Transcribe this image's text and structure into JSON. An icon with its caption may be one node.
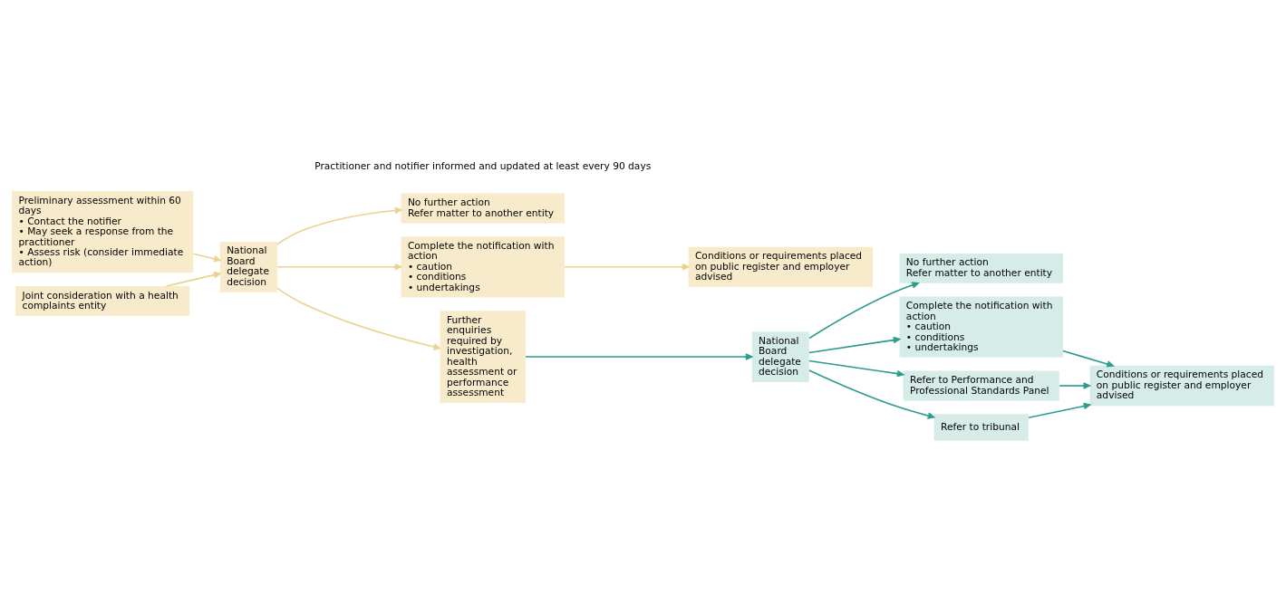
{
  "diagram": {
    "nodes": [
      {
        "text": [
          "Preliminary assessment within 60 days",
          "• Contact the notifier",
          "• May seek a response from the practitioner",
          "• Assess risk (consider immediate action)"
        ]
      },
      {
        "text": [
          "Joint consideration with a health complaints entity"
        ]
      },
      {
        "text": [
          "National Board delegate decision"
        ]
      },
      {
        "text": [
          "No further action",
          "Refer matter to another entity"
        ]
      },
      {
        "text": [
          "Complete the notification with action",
          "• caution",
          "• conditions",
          "• undertakings"
        ]
      },
      {
        "text": [
          "Conditions or requirements placed on public register and employer advised"
        ]
      },
      {
        "text": [
          "Further enquiries required by investigation, health assessment or performance assessment"
        ]
      },
      {
        "text": [
          "National Board delegate decision"
        ]
      },
      {
        "text": [
          "No further action",
          "Refer matter to another entity"
        ]
      },
      {
        "text": [
          "Complete the notification with action",
          "• caution",
          "• conditions",
          "• undertakings"
        ]
      },
      {
        "text": [
          "Refer to Performance and Professional Standards Panel"
        ]
      },
      {
        "text": [
          "Refer to tribunal"
        ]
      },
      {
        "text": [
          "Conditions or requirements placed on public register and employer advised"
        ]
      }
    ],
    "edges": [
      {
        "from": 0,
        "to": 2,
        "arrow": "to",
        "color": "#ecd28e"
      },
      {
        "from": 1,
        "to": 2,
        "arrow": "to",
        "color": "#ecd28e"
      },
      {
        "from": 2,
        "to": 3,
        "arrow": "to",
        "color": "#ecd28e"
      },
      {
        "from": 2,
        "to": 4,
        "arrow": "to",
        "color": "#ecd28e"
      },
      {
        "from": 2,
        "to": 6,
        "arrow": "to",
        "color": "#ecd28e"
      },
      {
        "from": 4,
        "to": 5,
        "arrow": "to",
        "color": "#ecd28e"
      },
      {
        "from": 6,
        "to": 7,
        "arrow": "to"
      },
      {
        "from": 7,
        "to": 8,
        "arrow": "to"
      },
      {
        "from": 7,
        "to": 9,
        "arrow": "to"
      },
      {
        "from": 7,
        "to": 10,
        "arrow": "to"
      },
      {
        "from": 7,
        "to": 11,
        "arrow": "to"
      },
      {
        "from": 9,
        "to": 12,
        "arrow": "to"
      },
      {
        "from": 10,
        "to": 12,
        "arrow": "to"
      },
      {
        "from": 11,
        "to": 12,
        "arrow": "to"
      }
    ],
    "labels": [
      "Practitioner and notifier informed and updated at least every 90 days"
    ]
  }
}
